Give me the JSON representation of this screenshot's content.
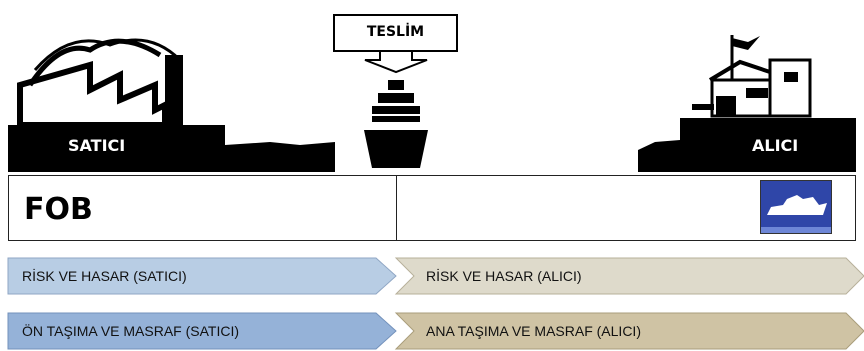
{
  "scene": {
    "delivery_label": "TESLİM",
    "seller_label": "SATICI",
    "buyer_label": "ALICI"
  },
  "term": {
    "label": "FOB",
    "thumbnail_icon": "ship-icon"
  },
  "rows": [
    {
      "left": "RİSK VE HASAR (SATICI)",
      "right": "RİSK VE HASAR (ALICI)"
    },
    {
      "left": "ÖN TAŞIMA VE MASRAF (SATICI)",
      "right": "ANA TAŞIMA VE MASRAF (ALICI)"
    }
  ],
  "colors": {
    "row1_left": "#b8cde4",
    "row1_right": "#dedacb",
    "row2_left": "#95b2d8",
    "row2_right": "#cfc3a4",
    "thumb_bg": "#2f46a8"
  }
}
